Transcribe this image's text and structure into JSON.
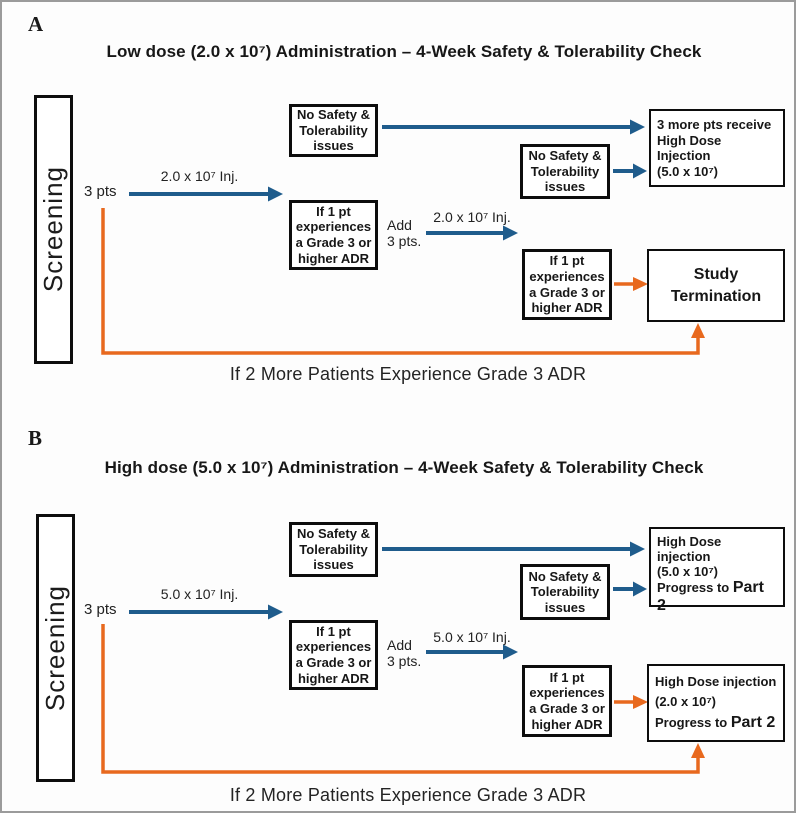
{
  "colors": {
    "arrow_blue": "#1F5C8C",
    "arrow_orange": "#E8691E",
    "box_border": "#0d0d0d",
    "background": "#fdfdfd"
  },
  "panel_a": {
    "label": "A",
    "title": "Low dose (2.0 x 10⁷) Administration – 4-Week Safety & Tolerability Check",
    "screening": "Screening",
    "pts_label": "3 pts",
    "inj_label_1": "2.0 x 10⁷ Inj.",
    "inj_label_2": "2.0 x 10⁷ Inj.",
    "add_pts_line1": "Add",
    "add_pts_line2": "3 pts.",
    "no_safety_lines": [
      "No Safety &",
      "Tolerability",
      "issues"
    ],
    "grade3_lines": [
      "If 1 pt",
      "experiences",
      "a Grade 3 or",
      "higher ADR"
    ],
    "outcome_top_lines": [
      "3 more pts receive",
      "High Dose Injection",
      "(5.0 x 10⁷)"
    ],
    "termination_lines": [
      "Study",
      "Termination"
    ],
    "feedback_label": "If 2 More Patients Experience Grade 3 ADR"
  },
  "panel_b": {
    "label": "B",
    "title": "High dose (5.0 x 10⁷) Administration – 4-Week Safety & Tolerability Check",
    "screening": "Screening",
    "pts_label": "3 pts",
    "inj_label_1": "5.0 x 10⁷ Inj.",
    "inj_label_2": "5.0 x 10⁷ Inj.",
    "add_pts_line1": "Add",
    "add_pts_line2": "3 pts.",
    "no_safety_lines": [
      "No Safety &",
      "Tolerability",
      "issues"
    ],
    "grade3_lines": [
      "If 1 pt",
      "experiences",
      "a Grade 3 or",
      "higher ADR"
    ],
    "outcome_top_lines": [
      "High Dose injection",
      "(5.0 x 10⁷)"
    ],
    "outcome_top_progress_prefix": "Progress to ",
    "outcome_top_part": "Part 2",
    "outcome_bottom_lines": [
      "High Dose injection",
      "(2.0 x 10⁷)"
    ],
    "outcome_bottom_progress_prefix": "Progress to ",
    "outcome_bottom_part": "Part 2",
    "feedback_label": "If 2 More Patients Experience Grade 3 ADR"
  }
}
